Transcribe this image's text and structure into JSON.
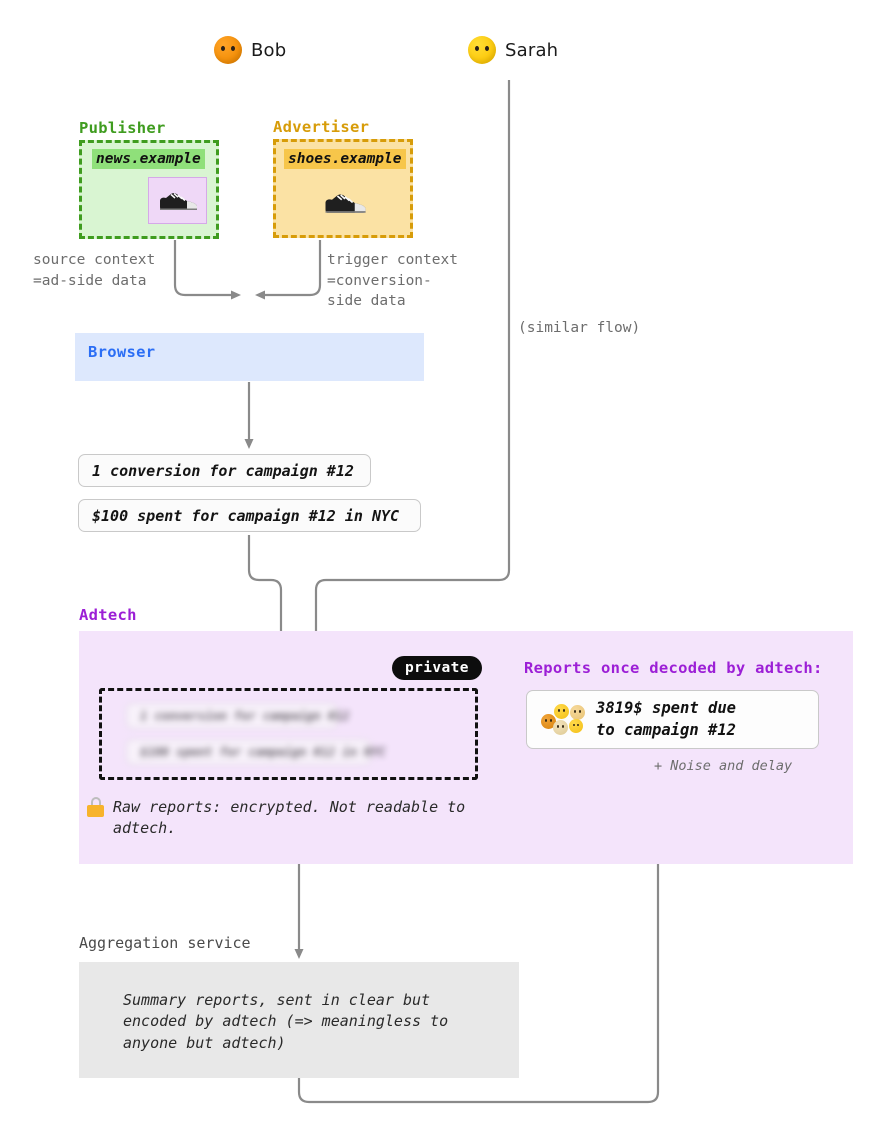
{
  "actors": [
    {
      "name": "Bob",
      "color": "#f28d06",
      "icon": "face-icon"
    },
    {
      "name": "Sarah",
      "color": "#fcc707",
      "icon": "face-icon"
    }
  ],
  "publisher": {
    "label": "Publisher",
    "color": "#3f9c1f",
    "domain": "news.example",
    "ad_slot_icon": "sneaker-icon"
  },
  "advertiser": {
    "label": "Advertiser",
    "color": "#d79c09",
    "domain": "shoes.example",
    "icon": "sneaker-icon"
  },
  "connectors": {
    "source_context": "source context\n=ad-side data",
    "trigger_context": "trigger context\n=conversion-\nside data",
    "similar_flow": "(similar flow)"
  },
  "browser": {
    "label": "Browser",
    "color": "#2b6ef5",
    "background": "#dde8fd"
  },
  "reports": [
    "1 conversion for campaign #12",
    "$100 spent for campaign #12 in NYC"
  ],
  "adtech": {
    "label": "Adtech",
    "color": "#9c1fd6",
    "background": "#f4e4fb",
    "private_badge": "private",
    "blurred_reports": [
      "1 conversion for campaign #12",
      "$100 spent for campaign #12 in NYC"
    ],
    "raw_note": "Raw reports: encrypted. Not readable to adtech.",
    "lock_icon": "lock-icon",
    "decoded_title": "Reports once decoded by adtech:",
    "decoded_report": "3819$ spent due\nto campaign #12",
    "decoded_icon": "faces-cluster-icon",
    "noise_note": "+ Noise and delay"
  },
  "aggregation": {
    "label": "Aggregation service",
    "background": "#e8e8e8",
    "text": "Summary reports, sent in clear but\nencoded by adtech (=> meaningless to\nanyone but adtech)"
  }
}
